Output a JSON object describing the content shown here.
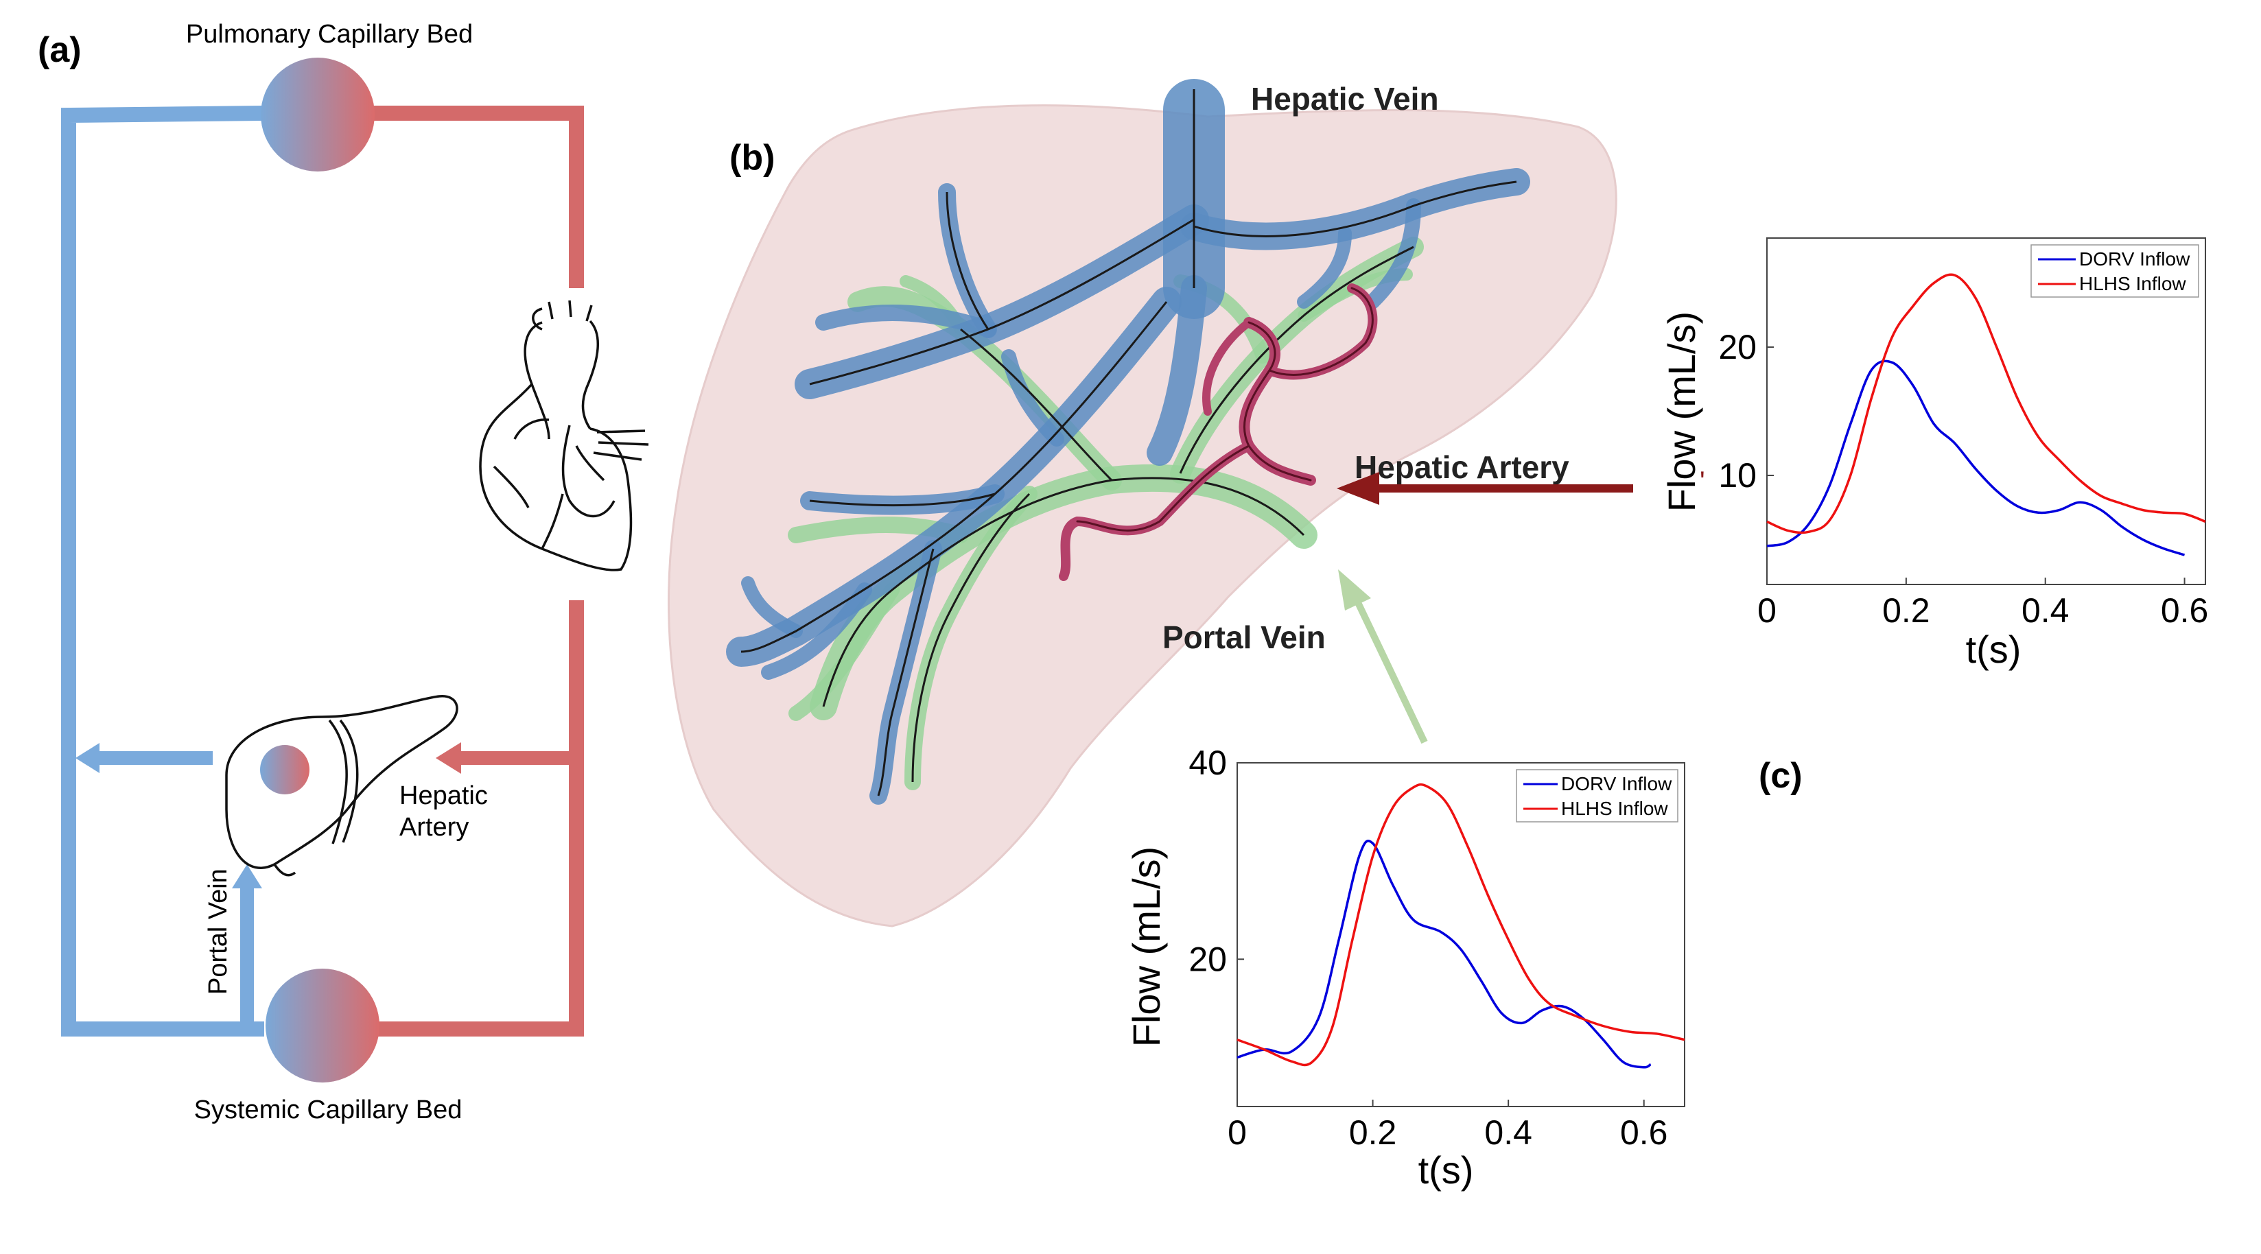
{
  "panels": {
    "a": "(a)",
    "b": "(b)",
    "c": "(c)"
  },
  "circulation": {
    "pulmonary_bed": "Pulmonary Capillary Bed",
    "systemic_bed": "Systemic Capillary Bed",
    "hepatic_artery_line1": "Hepatic",
    "hepatic_artery_line2": "Artery",
    "portal_vein": "Portal Vein"
  },
  "liver_model": {
    "hepatic_vein": "Hepatic Vein",
    "hepatic_artery": "Hepatic Artery",
    "portal_vein": "Portal Vein"
  },
  "colors": {
    "venous": "#7aaadc",
    "arterial": "#d46a6a",
    "hepatic_artery_arrow": "#8b1a1a",
    "portal_arrow": "#b7d6a6",
    "dorv": "#0000dd",
    "hlhs": "#ee1111"
  },
  "chart_data": [
    {
      "type": "line",
      "id": "hepatic-artery-inflow",
      "xlabel": "t(s)",
      "ylabel": "Flow (mL/s)",
      "xlim": [
        0,
        0.63
      ],
      "ylim": [
        1.5,
        28.5
      ],
      "xticks": [
        "0",
        "0.2",
        "0.4",
        "0.6"
      ],
      "xtick_values": [
        0,
        0.2,
        0.4,
        0.6
      ],
      "yticks": [
        "10",
        "20"
      ],
      "ytick_values": [
        10,
        20
      ],
      "legend_position": "top-right",
      "series": [
        {
          "name": "DORV Inflow",
          "color": "#0000dd",
          "x": [
            0,
            0.03,
            0.06,
            0.09,
            0.12,
            0.15,
            0.18,
            0.21,
            0.24,
            0.27,
            0.3,
            0.33,
            0.36,
            0.39,
            0.42,
            0.45,
            0.48,
            0.51,
            0.54,
            0.57,
            0.6
          ],
          "y": [
            4.5,
            4.8,
            6.2,
            9.2,
            14.0,
            18.2,
            18.8,
            17.0,
            14.0,
            12.5,
            10.5,
            8.8,
            7.6,
            7.1,
            7.3,
            7.9,
            7.3,
            6.0,
            5.0,
            4.3,
            3.8
          ]
        },
        {
          "name": "HLHS Inflow",
          "color": "#ee1111",
          "x": [
            0,
            0.03,
            0.06,
            0.09,
            0.12,
            0.15,
            0.18,
            0.21,
            0.24,
            0.27,
            0.3,
            0.33,
            0.36,
            0.39,
            0.42,
            0.45,
            0.48,
            0.51,
            0.54,
            0.57,
            0.6,
            0.63
          ],
          "y": [
            6.4,
            5.7,
            5.6,
            6.5,
            10.0,
            16.0,
            20.8,
            23.2,
            25.0,
            25.6,
            23.8,
            20.0,
            16.0,
            13.0,
            11.2,
            9.6,
            8.4,
            7.8,
            7.3,
            7.1,
            7.0,
            6.4
          ]
        }
      ]
    },
    {
      "type": "line",
      "id": "portal-vein-inflow",
      "xlabel": "t(s)",
      "ylabel": "Flow (mL/s)",
      "xlim": [
        0,
        0.66
      ],
      "ylim": [
        5,
        40
      ],
      "xticks": [
        "0",
        "0.2",
        "0.4",
        "0.6"
      ],
      "xtick_values": [
        0,
        0.2,
        0.4,
        0.6
      ],
      "yticks": [
        "20",
        "40"
      ],
      "ytick_values": [
        20,
        40
      ],
      "legend_position": "top-right",
      "series": [
        {
          "name": "DORV Inflow",
          "color": "#0000dd",
          "x": [
            0,
            0.04,
            0.08,
            0.12,
            0.15,
            0.18,
            0.2,
            0.23,
            0.26,
            0.3,
            0.33,
            0.36,
            0.39,
            0.42,
            0.45,
            0.48,
            0.51,
            0.54,
            0.57,
            0.6,
            0.61
          ],
          "y": [
            10.0,
            10.8,
            10.6,
            14.0,
            22.0,
            30.5,
            31.8,
            27.5,
            24.0,
            22.8,
            21.0,
            17.8,
            14.5,
            13.5,
            14.8,
            15.2,
            14.0,
            11.8,
            9.5,
            9.0,
            9.3
          ]
        },
        {
          "name": "HLHS Inflow",
          "color": "#ee1111",
          "x": [
            0,
            0.04,
            0.08,
            0.11,
            0.14,
            0.17,
            0.2,
            0.23,
            0.26,
            0.28,
            0.31,
            0.34,
            0.37,
            0.4,
            0.43,
            0.46,
            0.5,
            0.54,
            0.58,
            0.62,
            0.66
          ],
          "y": [
            11.8,
            10.8,
            9.6,
            9.5,
            13.0,
            22.0,
            30.5,
            35.5,
            37.5,
            37.6,
            35.8,
            31.5,
            26.5,
            22.0,
            18.0,
            15.5,
            14.2,
            13.2,
            12.6,
            12.4,
            11.8
          ]
        }
      ]
    }
  ]
}
